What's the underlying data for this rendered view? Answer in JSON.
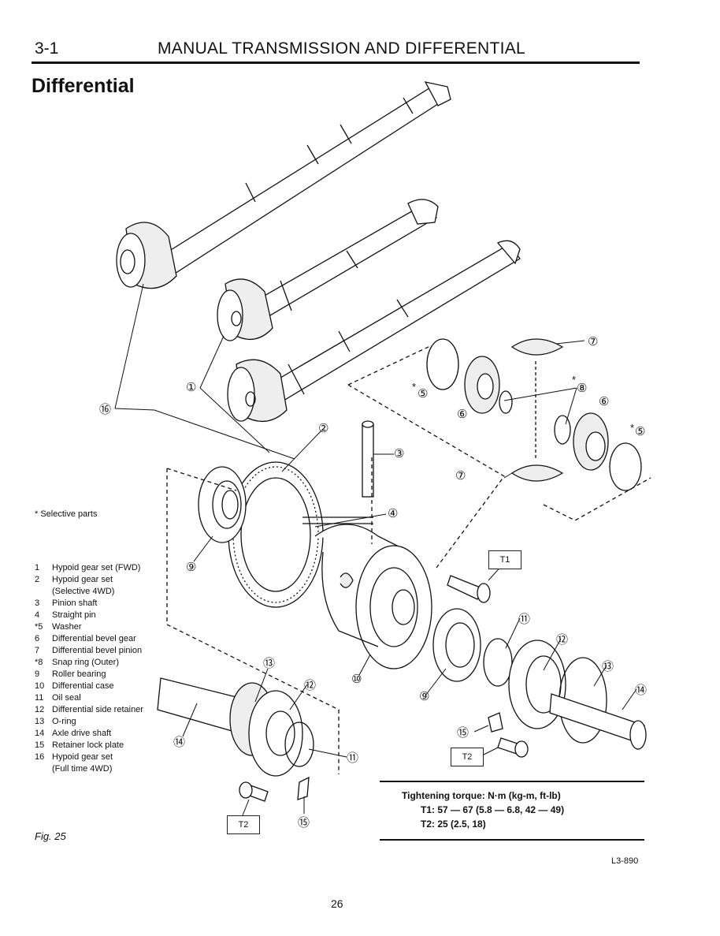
{
  "header": {
    "section": "3-1",
    "title": "MANUAL TRANSMISSION AND DIFFERENTIAL"
  },
  "page_title": "Differential",
  "selective_note": "* Selective parts",
  "legend": [
    {
      "num": "1",
      "label": "Hypoid gear set (FWD)"
    },
    {
      "num": "2",
      "label": "Hypoid gear set",
      "label2": "(Selective 4WD)"
    },
    {
      "num": "3",
      "label": "Pinion shaft"
    },
    {
      "num": "4",
      "label": "Straight pin"
    },
    {
      "num": "*5",
      "label": "Washer"
    },
    {
      "num": "6",
      "label": "Differential bevel gear"
    },
    {
      "num": "7",
      "label": "Differential bevel pinion"
    },
    {
      "num": "*8",
      "label": "Snap ring (Outer)"
    },
    {
      "num": "9",
      "label": "Roller bearing"
    },
    {
      "num": "10",
      "label": "Differential case"
    },
    {
      "num": "11",
      "label": "Oil seal"
    },
    {
      "num": "12",
      "label": "Differential side retainer"
    },
    {
      "num": "13",
      "label": "O-ring"
    },
    {
      "num": "14",
      "label": "Axle drive shaft"
    },
    {
      "num": "15",
      "label": "Retainer lock plate"
    },
    {
      "num": "16",
      "label": "Hypoid gear set",
      "label2": "(Full time 4WD)"
    }
  ],
  "callouts": {
    "c1": "①",
    "c2": "②",
    "c3": "③",
    "c4": "④",
    "c5a": "⑤",
    "c5b": "⑤",
    "c6a": "⑥",
    "c6b": "⑥",
    "c7a": "⑦",
    "c7b": "⑦",
    "c8": "⑧",
    "c9a": "⑨",
    "c9b": "⑨",
    "c10": "⑩",
    "c11a": "⑪",
    "c11b": "⑪",
    "c12a": "⑫",
    "c12b": "⑫",
    "c13a": "⑬",
    "c13b": "⑬",
    "c14a": "⑭",
    "c14b": "⑭",
    "c15a": "⑮",
    "c15b": "⑮",
    "c16": "⑯",
    "star5a": "*",
    "star5b": "*",
    "star8": "*"
  },
  "torque_boxes": {
    "t1": "T1",
    "t2a": "T2",
    "t2b": "T2"
  },
  "torque": {
    "heading": "Tightening torque: N·m (kg-m, ft-lb)",
    "t1": "T1: 57 — 67 (5.8 — 6.8, 42 — 49)",
    "t2": "T2: 25 (2.5, 18)"
  },
  "figure_label": "Fig. 25",
  "code": "L3-890",
  "page_number": "26"
}
